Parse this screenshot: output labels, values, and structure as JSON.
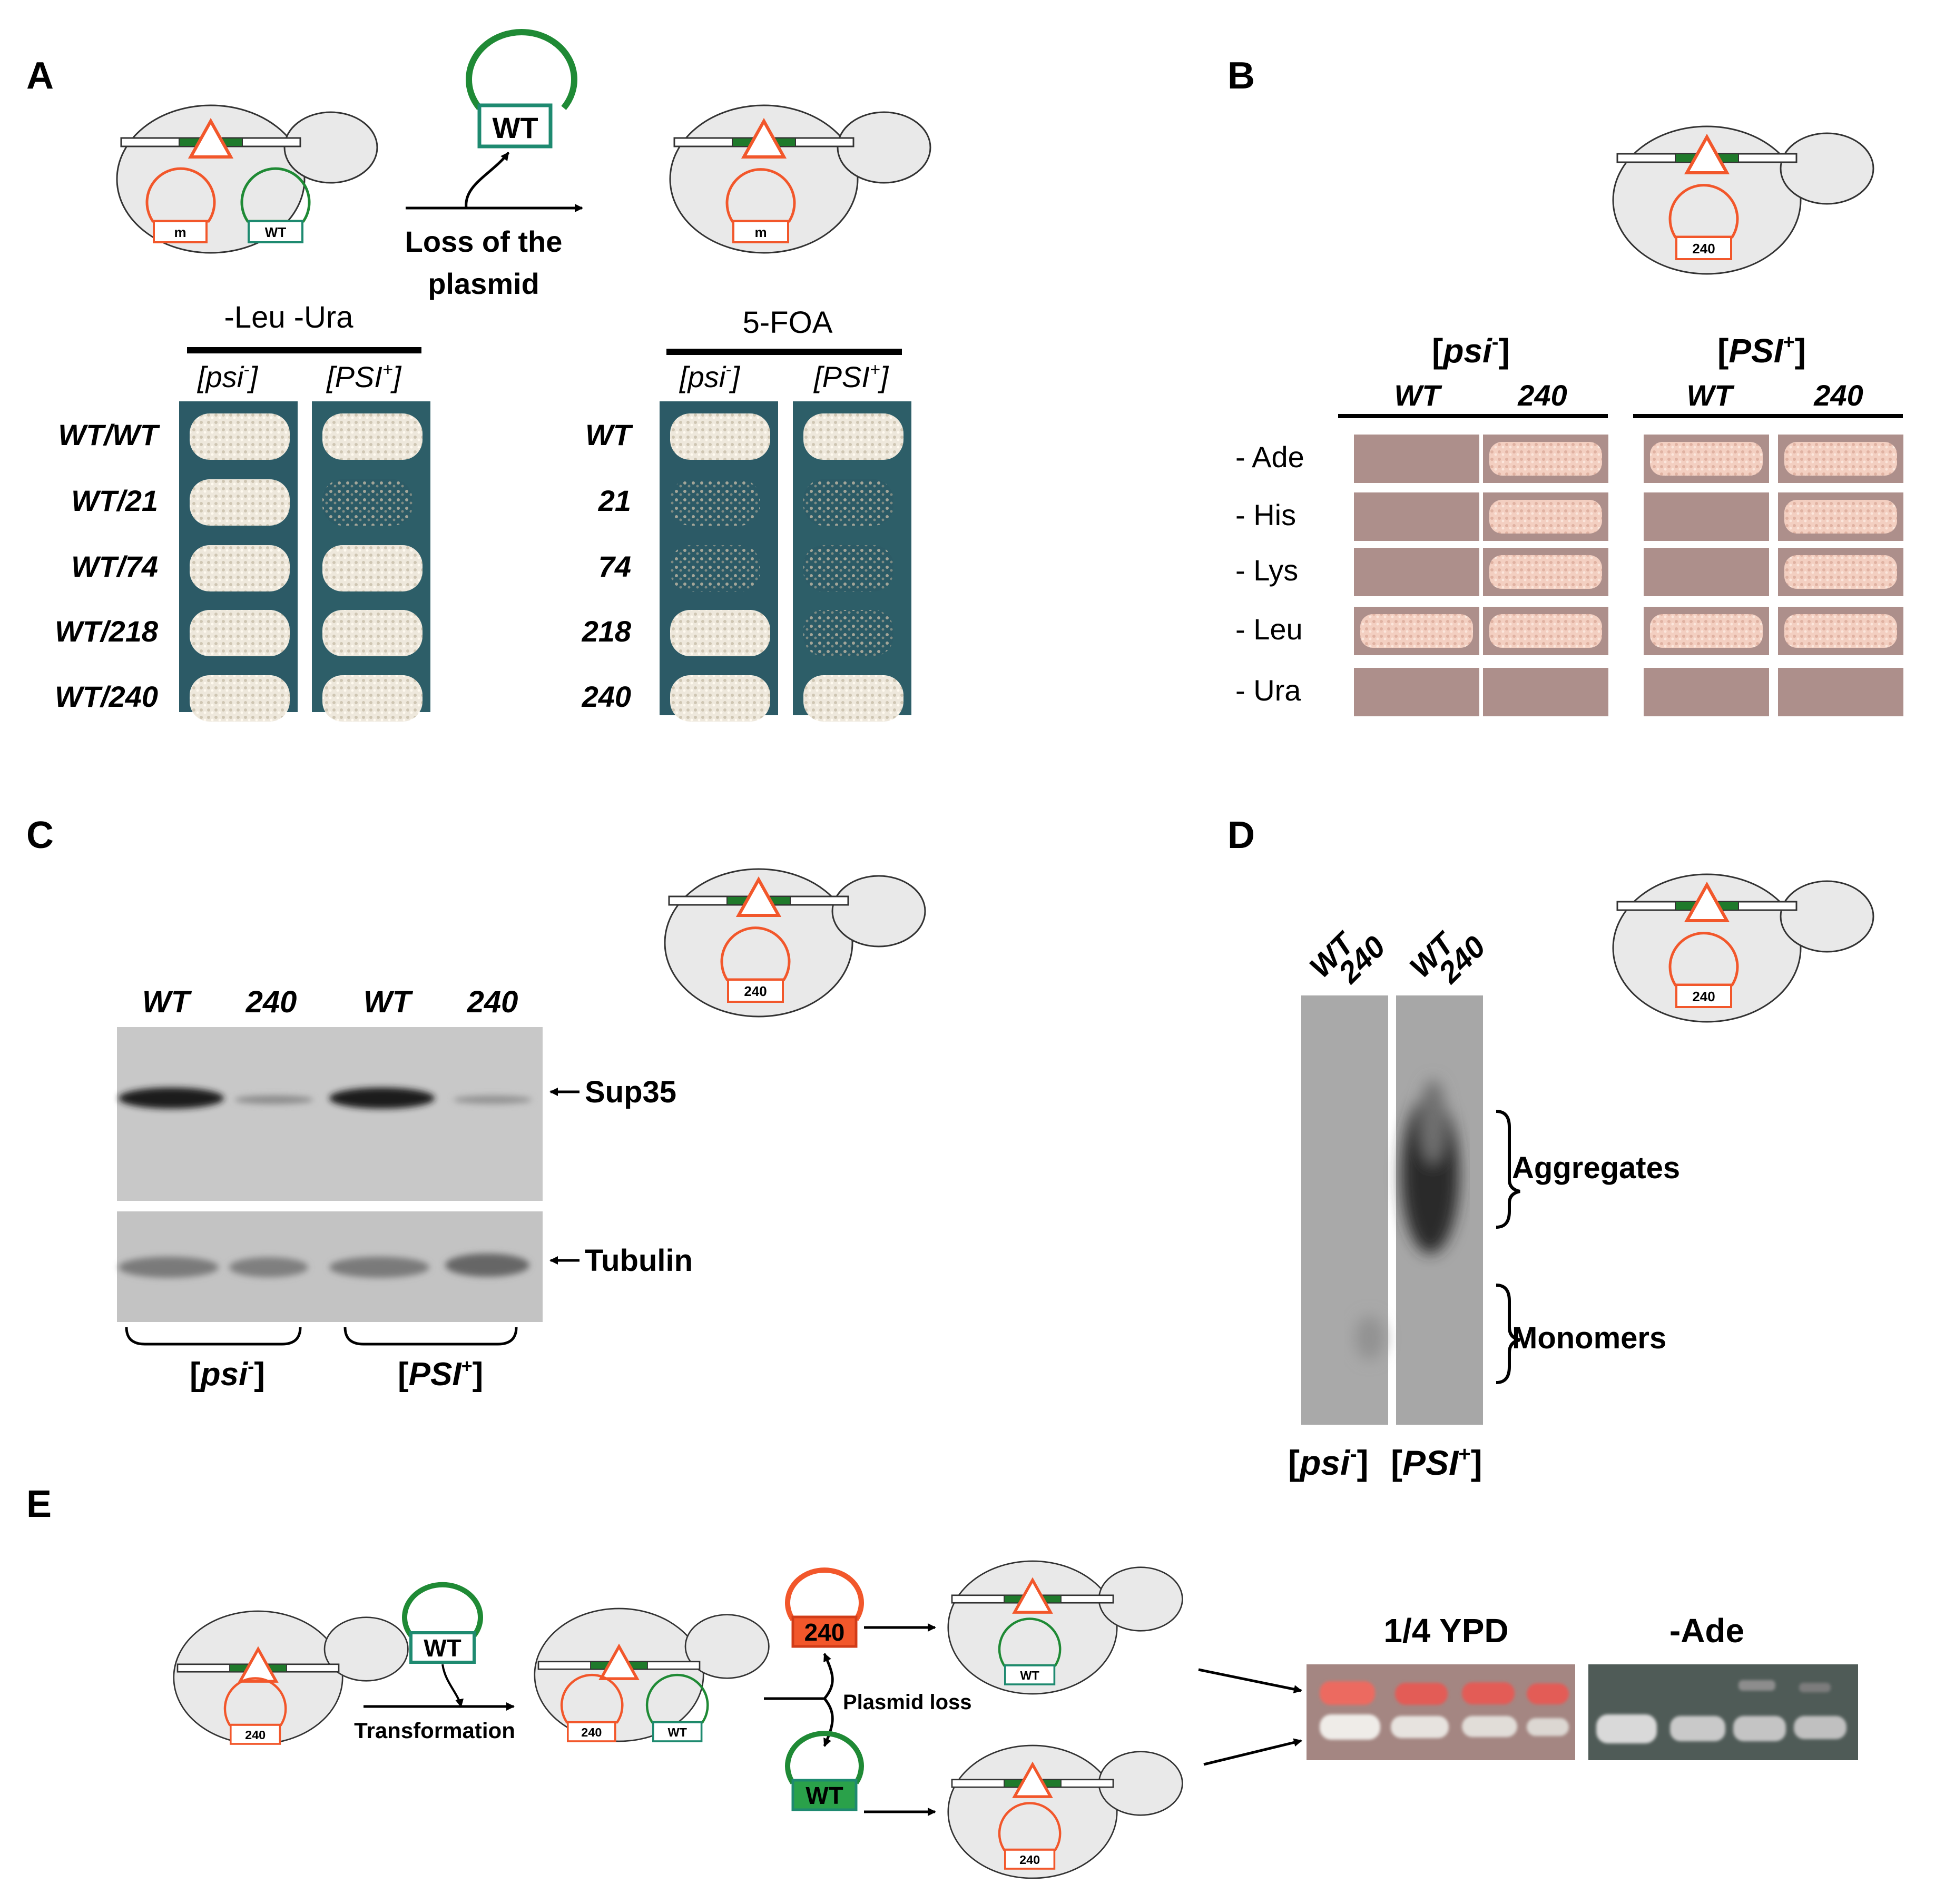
{
  "panels": {
    "A": {
      "letter": "A",
      "plasmid_label_mutant": "m",
      "plasmid_label_wt": "WT",
      "big_plasmid_label": "WT",
      "arrow_caption_line1": "Loss of the",
      "arrow_caption_line2": "plasmid",
      "left_media": "-Leu -Ura",
      "right_media": "5-FOA",
      "col_psi_minus": "psi",
      "col_psi_minus_sup": "-",
      "col_psi_plus": "PSI",
      "col_psi_plus_sup": "+",
      "left_rows": [
        "WT/WT",
        "WT/21",
        "WT/74",
        "WT/218",
        "WT/240"
      ],
      "right_rows": [
        "WT",
        "21",
        "74",
        "218",
        "240"
      ]
    },
    "B": {
      "letter": "B",
      "plasmid_label": "240",
      "group_minus": "psi",
      "group_minus_sup": "-",
      "group_plus": "PSI",
      "group_plus_sup": "+",
      "cols": [
        "WT",
        "240",
        "WT",
        "240"
      ],
      "rows": [
        "- Ade",
        "- His",
        "- Lys",
        "- Leu",
        "- Ura"
      ],
      "growth": [
        [
          0,
          1,
          1,
          1
        ],
        [
          0,
          1,
          0,
          1
        ],
        [
          0,
          1,
          0,
          1
        ],
        [
          1,
          1,
          1,
          1
        ],
        [
          0,
          0,
          0,
          0
        ]
      ]
    },
    "C": {
      "letter": "C",
      "plasmid_label": "240",
      "lanes": [
        "WT",
        "240",
        "WT",
        "240"
      ],
      "band_top": "Sup35",
      "band_bottom": "Tubulin",
      "group_minus": "psi",
      "group_minus_sup": "-",
      "group_plus": "PSI",
      "group_plus_sup": "+"
    },
    "D": {
      "letter": "D",
      "plasmid_label": "240",
      "lanes": [
        "WT",
        "240",
        "WT",
        "240"
      ],
      "bracket_top": "Aggregates",
      "bracket_bottom": "Monomers",
      "group_minus": "psi",
      "group_minus_sup": "-",
      "group_plus": "PSI",
      "group_plus_sup": "+"
    },
    "E": {
      "letter": "E",
      "plasmid_240": "240",
      "plasmid_wt": "WT",
      "transformation": "Transformation",
      "plasmid_loss": "Plasmid loss",
      "plate_left": "1/4 YPD",
      "plate_right": "-Ade"
    }
  },
  "colors": {
    "red": "#f2572b",
    "green": "#1f8a35",
    "teal": "#1e8a70",
    "cell_fill": "#e9e9e9",
    "plate_bg": "#2c5a66",
    "colony": "#e9e3d6",
    "pink_plate": "#ad8f8b"
  }
}
